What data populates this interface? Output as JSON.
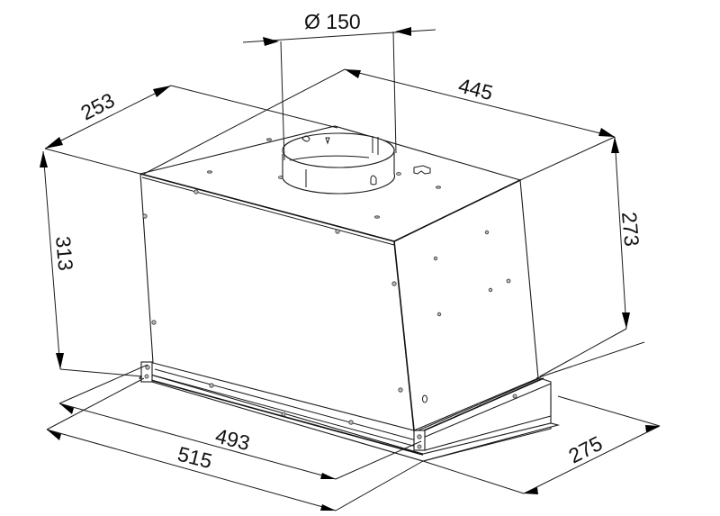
{
  "drawing": {
    "subject": "built-in cooker hood (isometric dimension drawing)",
    "units": "mm",
    "line_color": "#1a1a1a",
    "background": "#ffffff"
  },
  "dimensions": {
    "duct_diameter": {
      "label": "Ø 150",
      "value": 150,
      "meaning": "outlet diameter"
    },
    "top_depth": {
      "label": "253",
      "value": 253
    },
    "top_width": {
      "label": "445",
      "value": 445
    },
    "total_height": {
      "label": "313",
      "value": 313
    },
    "body_height": {
      "label": "273",
      "value": 273
    },
    "inner_width": {
      "label": "493",
      "value": 493
    },
    "outer_width": {
      "label": "515",
      "value": 515
    },
    "base_depth": {
      "label": "275",
      "value": 275
    }
  }
}
